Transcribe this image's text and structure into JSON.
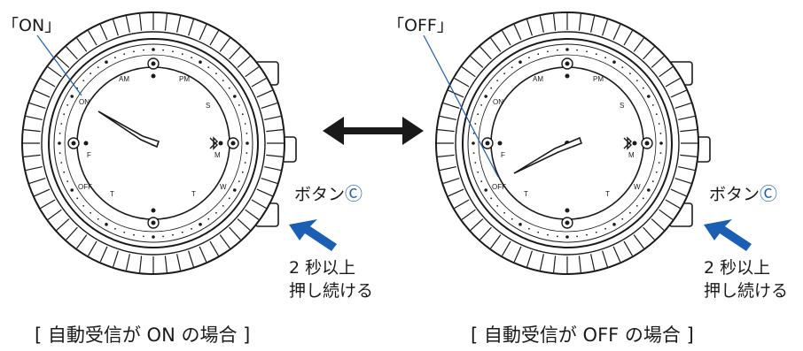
{
  "left": {
    "mode_label": "「ON」",
    "button_label": "ボタン",
    "button_mark": "Ⓒ",
    "push_line1": "2 秒以上",
    "push_line2": "押し続ける",
    "caption": "[ 自動受信が ON の場合 ]",
    "dial": {
      "am": "AM",
      "pm": "PM",
      "on": "ON",
      "off": "OFF",
      "s": "S",
      "f": "F",
      "m": "M",
      "t1": "T",
      "t2": "T",
      "w": "W"
    }
  },
  "right": {
    "mode_label": "「OFF」",
    "button_label": "ボタン",
    "button_mark": "Ⓒ",
    "push_line1": "2 秒以上",
    "push_line2": "押し続ける",
    "caption": "[ 自動受信が OFF の場合 ]",
    "dial": {
      "am": "AM",
      "pm": "PM",
      "on": "ON",
      "off": "OFF",
      "s": "S",
      "f": "F",
      "m": "M",
      "t1": "T",
      "t2": "T",
      "w": "W"
    }
  },
  "colors": {
    "ink": "#1a1a1a",
    "arrow_blue": "#1a5fb4"
  },
  "icons": [
    "double-arrow-icon",
    "press-arrow-icon",
    "bluetooth-icon"
  ]
}
